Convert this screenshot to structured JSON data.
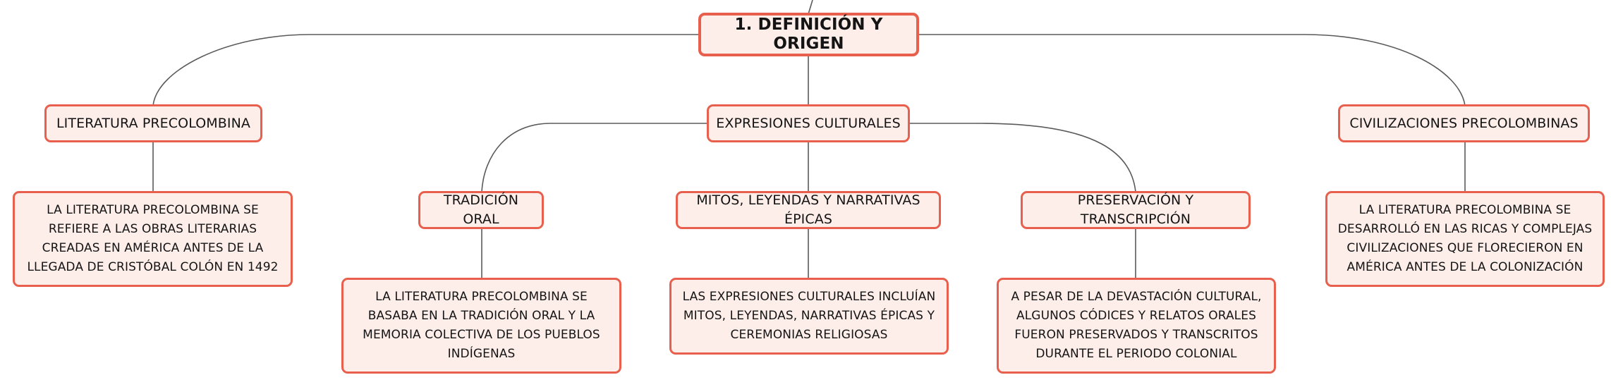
{
  "colors": {
    "node_fill": "#fdeeea",
    "node_border": "#e8604d",
    "connector": "#5a5a5a",
    "text": "#141414"
  },
  "diagram": {
    "root": {
      "label": "1. DEFINICIÓN Y ORIGEN"
    },
    "branches": [
      {
        "label": "LITERATURA PRECOLOMBINA",
        "note": "LA LITERATURA PRECOLOMBINA SE REFIERE A LAS OBRAS LITERARIAS CREADAS EN AMÉRICA ANTES DE LA LLEGADA DE CRISTÓBAL COLÓN EN 1492"
      },
      {
        "label": "EXPRESIONES CULTURALES",
        "children": [
          {
            "label": "TRADICIÓN ORAL",
            "note": "LA LITERATURA PRECOLOMBINA SE BASABA EN LA TRADICIÓN ORAL Y LA MEMORIA COLECTIVA DE LOS PUEBLOS INDÍGENAS"
          },
          {
            "label": "MITOS, LEYENDAS Y NARRATIVAS ÉPICAS",
            "note": "LAS EXPRESIONES CULTURALES INCLUÍAN MITOS, LEYENDAS, NARRATIVAS ÉPICAS Y CEREMONIAS RELIGIOSAS"
          },
          {
            "label": "PRESERVACIÓN Y TRANSCRIPCIÓN",
            "note": "A PESAR DE LA DEVASTACIÓN CULTURAL, ALGUNOS CÓDICES Y RELATOS ORALES FUERON PRESERVADOS Y TRANSCRITOS DURANTE EL PERIODO COLONIAL"
          }
        ]
      },
      {
        "label": "CIVILIZACIONES PRECOLOMBINAS",
        "note": "LA LITERATURA PRECOLOMBINA SE DESARROLLÓ EN LAS RICAS Y COMPLEJAS CIVILIZACIONES QUE FLORECIERON EN AMÉRICA ANTES DE LA COLONIZACIÓN"
      }
    ]
  }
}
